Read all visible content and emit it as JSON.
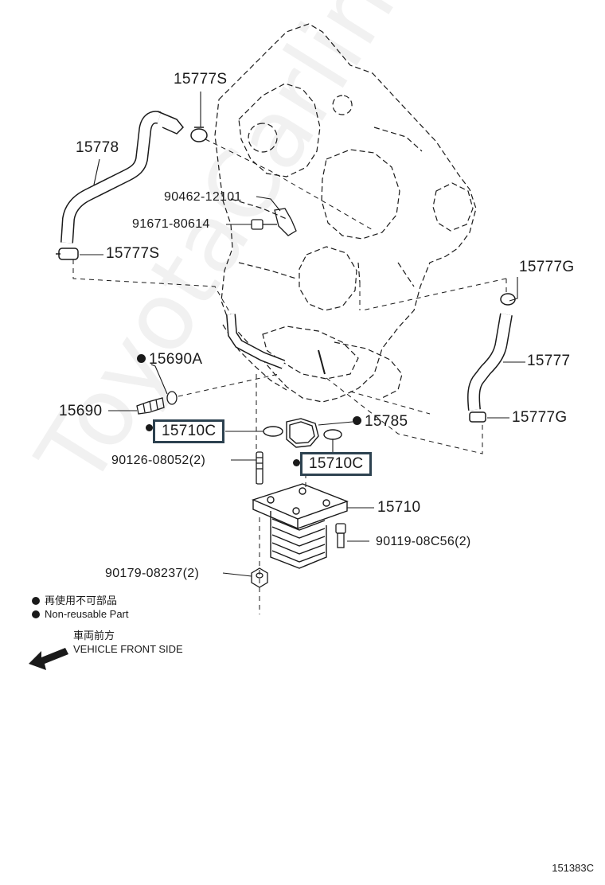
{
  "parts": {
    "p15777S_top": "15777S",
    "p15778": "15778",
    "p90462": "90462-12101",
    "p91671": "91671-80614",
    "p15777S_bottom": "15777S",
    "p15777G_top": "15777G",
    "p15777": "15777",
    "p15777G_bottom": "15777G",
    "p15690A": "15690A",
    "p15690": "15690",
    "p15785": "15785",
    "p15710C_left": "15710C",
    "p15710C_right": "15710C",
    "p90126": "90126-08052(2)",
    "p15710": "15710",
    "p90119": "90119-08C56(2)",
    "p90179": "90179-08237(2)"
  },
  "legend": {
    "jp": "再使用不可部品",
    "en": "Non-reusable Part"
  },
  "direction": {
    "jp": "車両前方",
    "en": "VEHICLE FRONT SIDE"
  },
  "watermark": "ToyotaCarline.ru",
  "diagram_code": "151383C",
  "colors": {
    "highlight_border": "#2d4250",
    "line": "#1a1a1a"
  },
  "icons": {
    "direction_arrow": "arrow-left-down-icon",
    "non_reusable_mark": "filled-circle-icon"
  }
}
